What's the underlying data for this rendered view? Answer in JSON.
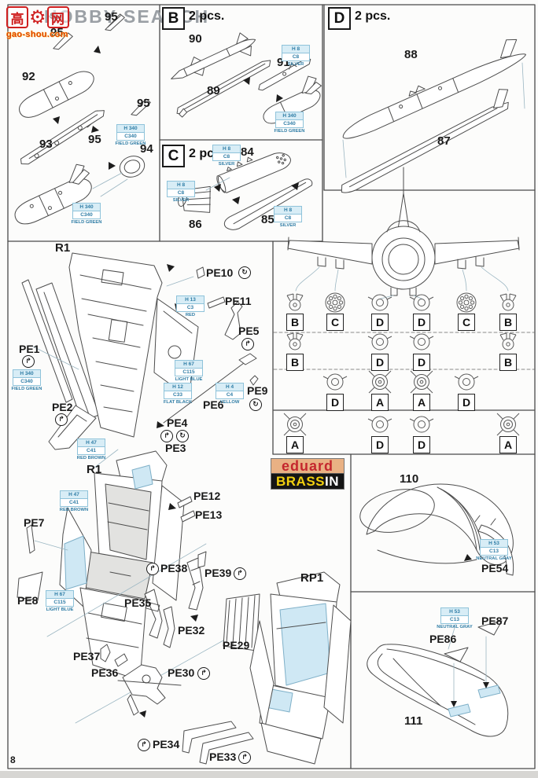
{
  "page": {
    "number": "8"
  },
  "watermark": {
    "char_left": "高",
    "char_right": "网",
    "site": "gao-shou.com",
    "overlay_text": "HOBBY SEARCH",
    "header_remnant": "s."
  },
  "icons": {
    "fold": "↱",
    "roll": "↻",
    "gear": "⚙"
  },
  "brand": {
    "eduard": "eduard",
    "brassin_bold": "BRASS",
    "brassin_tail": "IN"
  },
  "section_headers": {
    "b": {
      "letter": "B",
      "qty": "2 pcs."
    },
    "c": {
      "letter": "C",
      "qty": "2 pcs."
    },
    "d": {
      "letter": "D",
      "qty": "2 pcs."
    }
  },
  "parts": {
    "p84": "84",
    "p85": "85",
    "p86": "86",
    "p87": "87",
    "p88": "88",
    "p89": "89",
    "p90": "90",
    "p91": "91",
    "p92": "92",
    "p93": "93",
    "p94": "94",
    "p95": "95",
    "p110": "110",
    "p111": "111",
    "r1": "R1",
    "rp1": "RP1"
  },
  "pe": {
    "pe1": "PE1",
    "pe2": "PE2",
    "pe3": "PE3",
    "pe4": "PE4",
    "pe5": "PE5",
    "pe6": "PE6",
    "pe7": "PE7",
    "pe8": "PE8",
    "pe9": "PE9",
    "pe10": "PE10",
    "pe11": "PE11",
    "pe12": "PE12",
    "pe13": "PE13",
    "pe29": "PE29",
    "pe30": "PE30",
    "pe32": "PE32",
    "pe33": "PE33",
    "pe34": "PE34",
    "pe35": "PE35",
    "pe36": "PE36",
    "pe37": "PE37",
    "pe38": "PE38",
    "pe39": "PE39",
    "pe54": "PE54",
    "pe86": "PE86",
    "pe87": "PE87"
  },
  "paints": {
    "field_green": {
      "h": "H 340",
      "c": "C340",
      "name": "FIELD GREEN"
    },
    "silver": {
      "h": "H 8",
      "c": "C8",
      "name": "SILVER"
    },
    "red": {
      "h": "H 13",
      "c": "C3",
      "name": "RED"
    },
    "light_blue": {
      "h": "H 67",
      "c": "C115",
      "name": "LIGHT BLUE"
    },
    "flat_black": {
      "h": "H 12",
      "c": "C33",
      "name": "FLAT BLACK"
    },
    "yellow": {
      "h": "H 4",
      "c": "C4",
      "name": "YELLOW"
    },
    "red_brown": {
      "h": "H 47",
      "c": "C41",
      "name": "RED BROWN"
    },
    "neutral_gray": {
      "h": "H 53",
      "c": "C13",
      "name": "NEUTRAL GRAY"
    }
  },
  "loadout": {
    "rows": [
      [
        "B",
        "C",
        "D",
        "D",
        "C",
        "B"
      ],
      [
        "B",
        "",
        "D",
        "D",
        "",
        "B"
      ],
      [
        "",
        "D",
        "A",
        "A",
        "D",
        ""
      ],
      [
        "A",
        "",
        "D",
        "D",
        "",
        "A"
      ]
    ]
  },
  "colors": {
    "callout_fill": "#d8edf6",
    "callout_border": "#8fc3da",
    "callout_text": "#2f7da6",
    "highlight": "#cfe8f4",
    "eduard_bg": "#e9b184",
    "eduard_red": "#c4272e",
    "brassin_yellow": "#f2d00e",
    "watermark_red": "#cf1f1f",
    "watermark_site": "#e04300",
    "hobby_gray": "#9ba0a5"
  }
}
